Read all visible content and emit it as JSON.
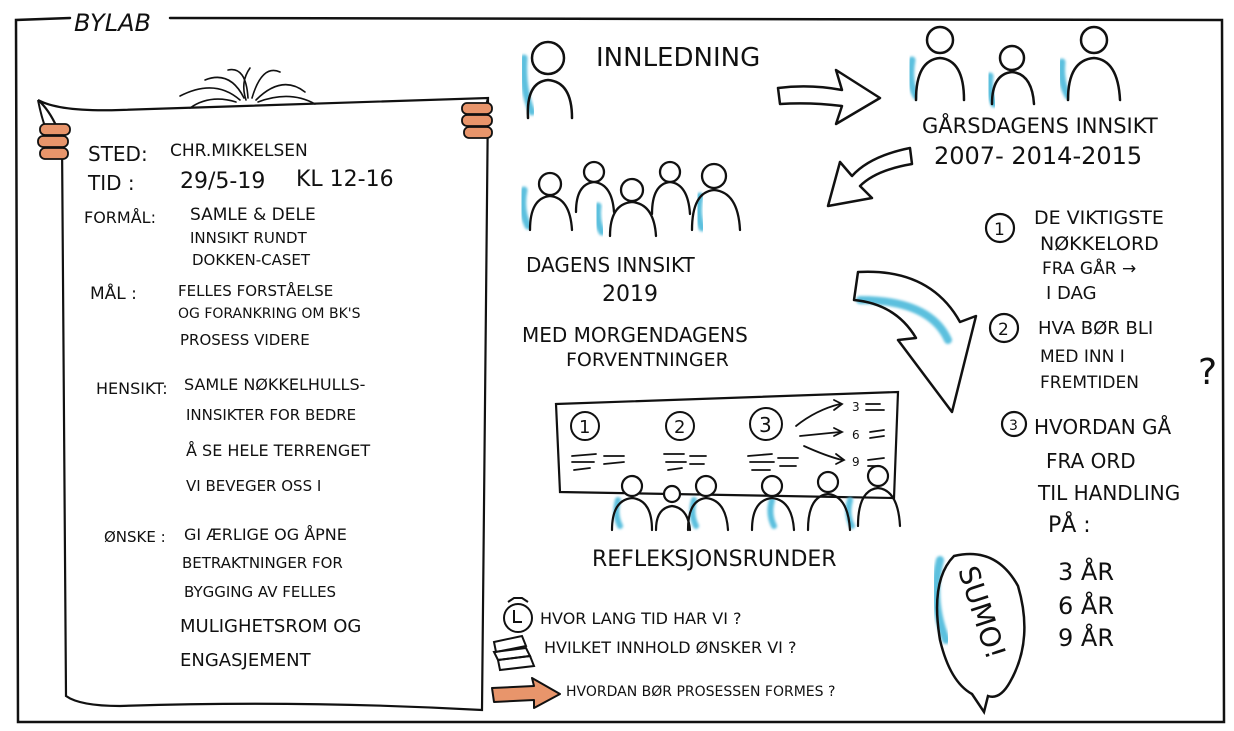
{
  "frame_title": "BYLAB",
  "scroll": {
    "sted_label": "STED:",
    "sted_value": "CHR.MIKKELSEN",
    "tid_label": "TID :",
    "tid_value": "29/5-19",
    "tid_time": "KL 12-16",
    "formal_label": "FORMÅL:",
    "formal_lines": [
      "SAMLE & DELE",
      "INNSIKT RUNDT",
      "DOKKEN-CASET"
    ],
    "mal_label": "MÅL :",
    "mal_lines": [
      "FELLES FORSTÅELSE",
      "OG FORANKRING OM BK'S",
      "PROSESS VIDERE"
    ],
    "hensikt_label": "HENSIKT:",
    "hensikt_lines": [
      "SAMLE NØKKELHULLS-",
      "INNSIKTER FOR BEDRE",
      "Å SE HELE TERRENGET",
      "VI BEVEGER OSS I"
    ],
    "onske_label": "ØNSKE :",
    "onske_lines": [
      "GI ÆRLIGE OG ÅPNE",
      "BETRAKTNINGER FOR",
      "BYGGING AV FELLES",
      "MULIGHETSROM OG",
      "ENGASJEMENT"
    ]
  },
  "innledning": "INNLEDNING",
  "gardsdagens": {
    "title": "GÅRSDAGENS INNSIKT",
    "years": "2007- 2014-2015"
  },
  "dagens": {
    "title": "DAGENS INNSIKT",
    "year": "2019"
  },
  "morgendagens": {
    "line1": "MED MORGENDAGENS",
    "line2": "FORVENTNINGER"
  },
  "board": {
    "numbers": [
      "1",
      "2",
      "3"
    ],
    "side_numbers": [
      "3",
      "6",
      "9"
    ]
  },
  "refleksjon": "REFLEKSJONSRUNDER",
  "questions": [
    {
      "text": "HVOR LANG TID HAR VI ?",
      "icon": "clock-icon"
    },
    {
      "text": "HVILKET INNHOLD ØNSKER VI ?",
      "icon": "books-icon"
    },
    {
      "text": "HVORDAN BØR PROSESSEN FORMES ?",
      "icon": "arrow-icon"
    }
  ],
  "steps": {
    "s1_num": "1",
    "s1": [
      "DE VIKTIGSTE",
      "NØKKELORD",
      "FRA GÅR →",
      "I DAG"
    ],
    "s2_num": "2",
    "s2": [
      "HVA BØR BLI",
      "MED INN I",
      "FREMTIDEN"
    ],
    "s2_mark": "?",
    "s3_num": "3",
    "s3": [
      "HVORDAN GÅ",
      "FRA ORD",
      "TIL HANDLING",
      "PÅ :"
    ],
    "years": [
      "3 ÅR",
      "6 ÅR",
      "9 ÅR"
    ]
  },
  "bubble": "SUMO!",
  "accent_color": "#5bc0de",
  "hand_color": "#e8956b"
}
